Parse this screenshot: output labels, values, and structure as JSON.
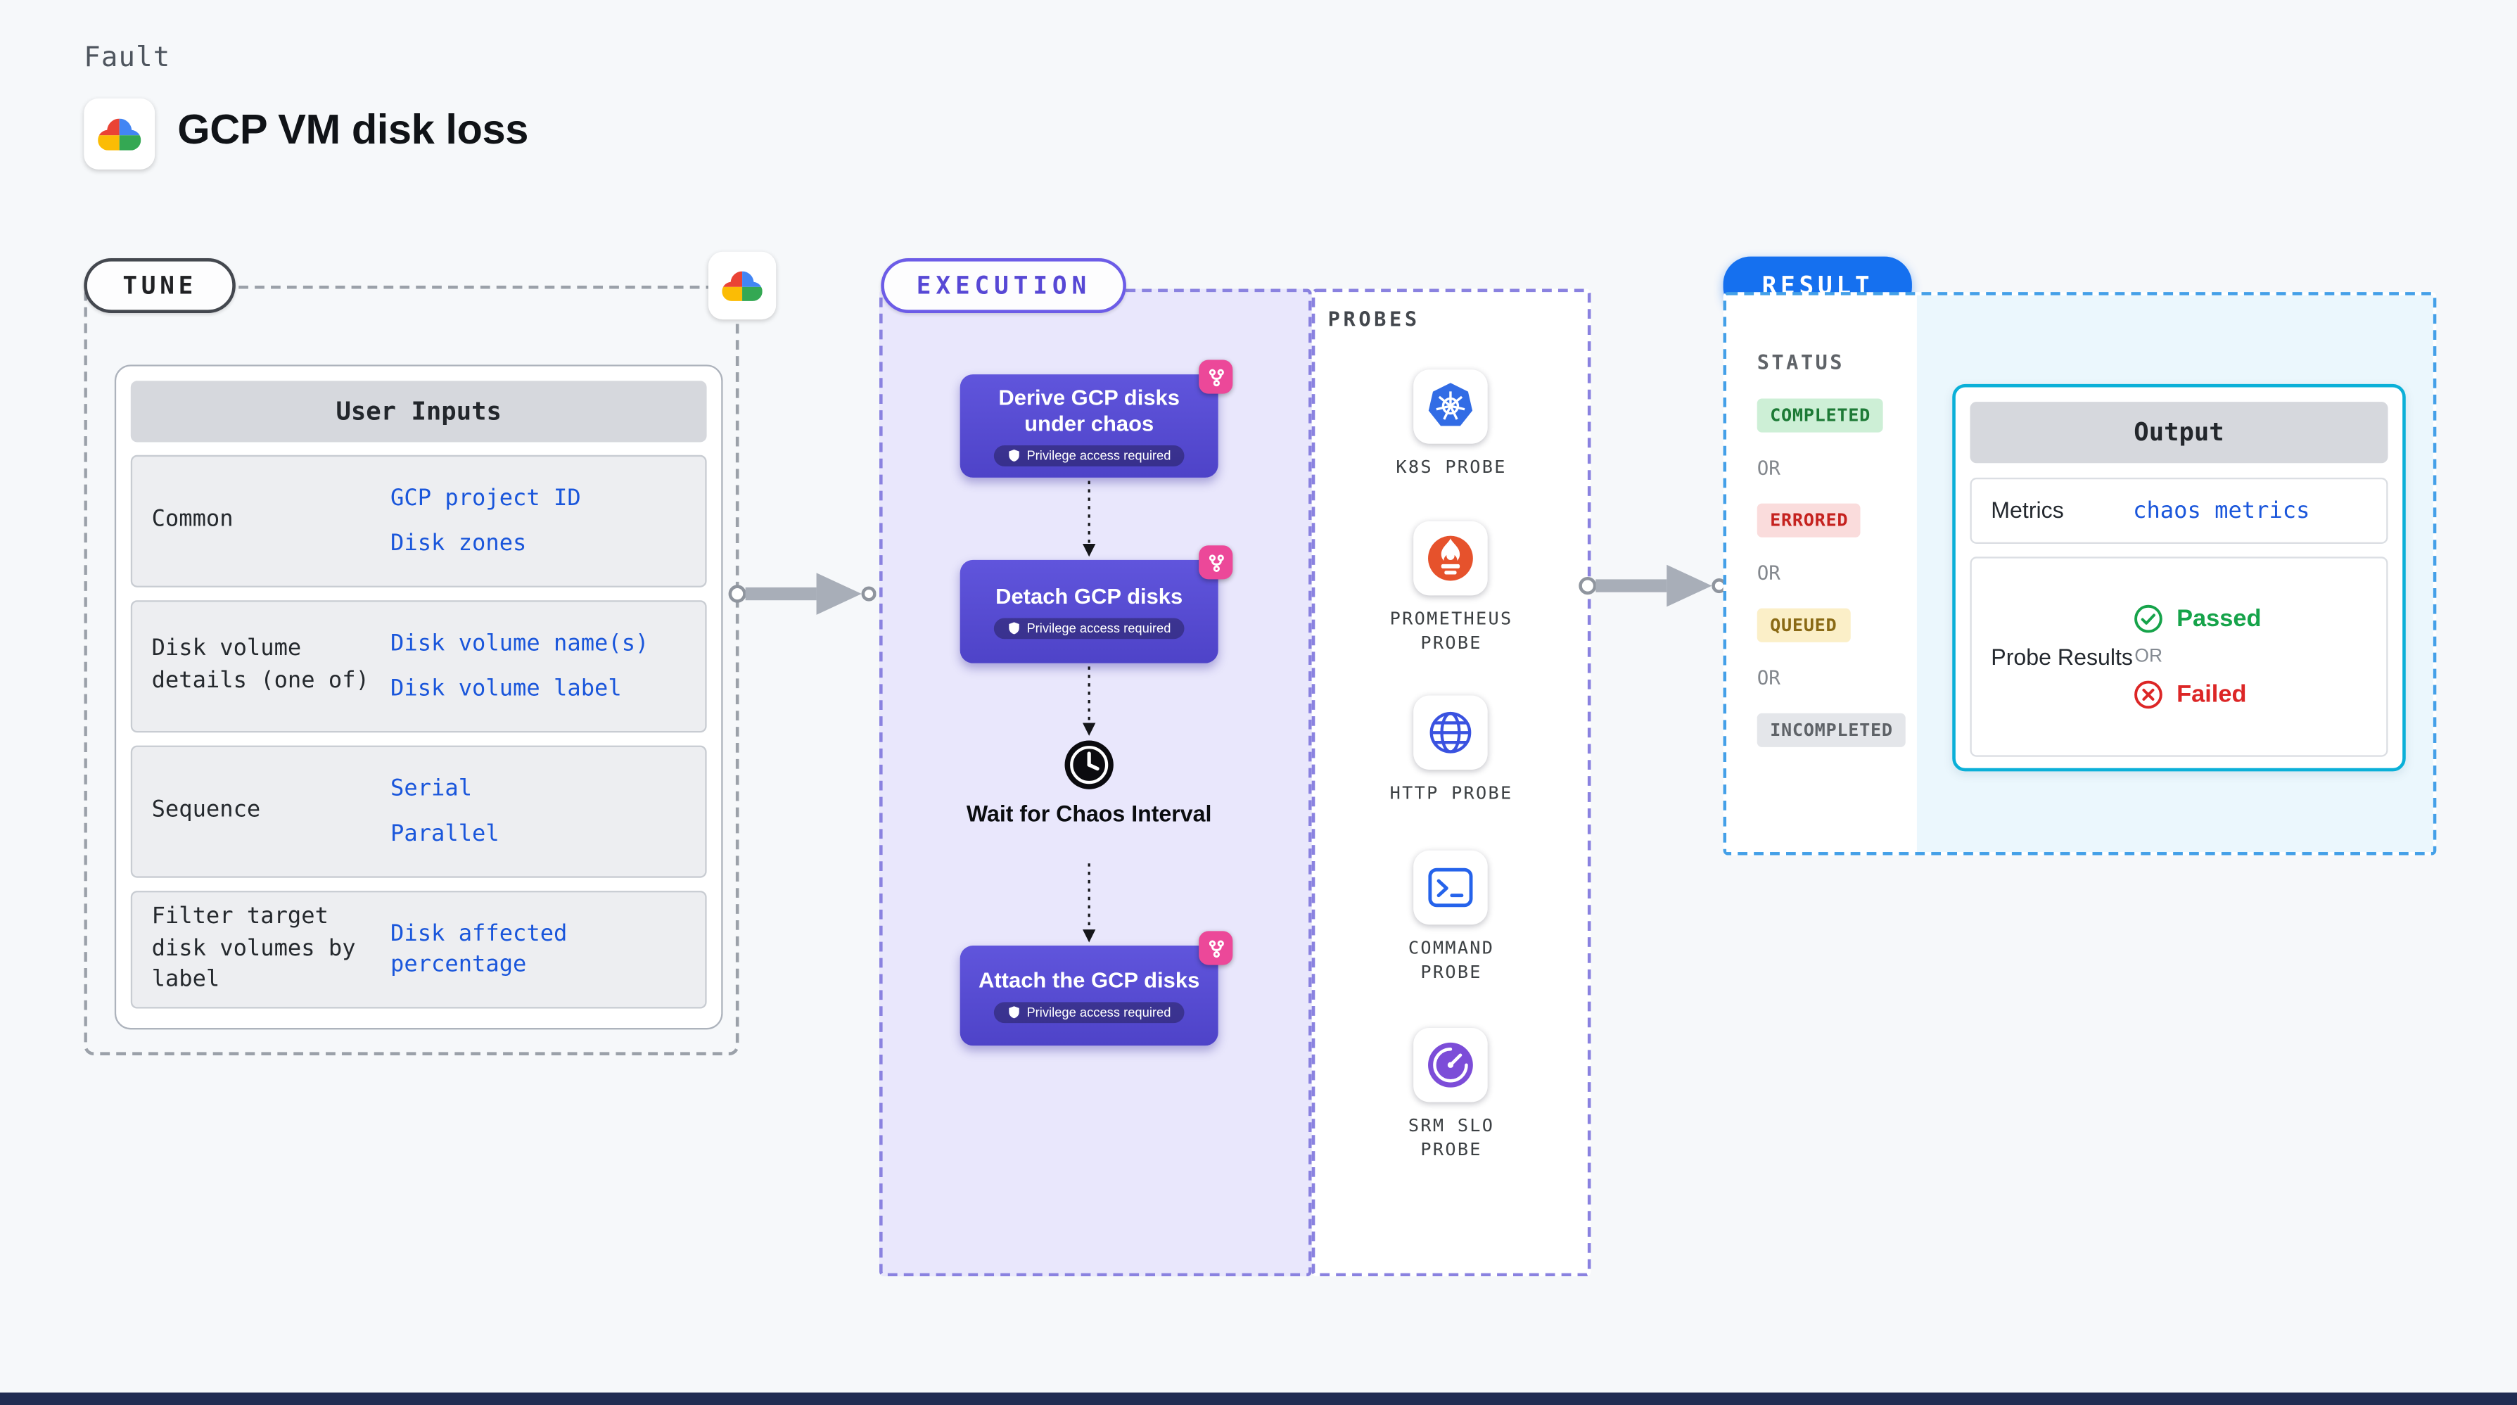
{
  "page": {
    "kicker": "Fault",
    "title": "GCP VM disk loss"
  },
  "tune": {
    "label": "TUNE",
    "table": {
      "header": "User Inputs",
      "rows": [
        {
          "label": "Common",
          "values": [
            "GCP project ID",
            "Disk zones"
          ]
        },
        {
          "label": "Disk volume details (one of)",
          "values": [
            "Disk volume name(s)",
            "Disk volume label"
          ]
        },
        {
          "label": "Sequence",
          "values": [
            "Serial",
            "Parallel"
          ]
        },
        {
          "label": "Filter target disk volumes by label",
          "values": [
            "Disk affected percentage"
          ]
        }
      ]
    }
  },
  "execution": {
    "label": "EXECUTION",
    "steps": [
      {
        "title": "Derive GCP disks under chaos",
        "badge": "Privilege access required"
      },
      {
        "title": "Detach GCP disks",
        "badge": "Privilege access required"
      },
      {
        "title": "Attach the GCP disks",
        "badge": "Privilege access required"
      }
    ],
    "wait_step": "Wait for Chaos Interval"
  },
  "probes": {
    "label": "PROBES",
    "items": [
      {
        "name": "K8S PROBE",
        "icon": "kubernetes-icon"
      },
      {
        "name": "PROMETHEUS PROBE",
        "icon": "prometheus-icon"
      },
      {
        "name": "HTTP PROBE",
        "icon": "globe-icon"
      },
      {
        "name": "COMMAND PROBE",
        "icon": "terminal-icon"
      },
      {
        "name": "SRM SLO PROBE",
        "icon": "gauge-icon"
      }
    ]
  },
  "result": {
    "label": "RESULT",
    "status": {
      "heading": "STATUS",
      "separator": "OR",
      "badges": [
        {
          "text": "COMPLETED",
          "bg": "#CDEFD6",
          "fg": "#1D7A36"
        },
        {
          "text": "ERRORED",
          "bg": "#FADCDC",
          "fg": "#C5221F"
        },
        {
          "text": "QUEUED",
          "bg": "#FBEFC8",
          "fg": "#8A6A15"
        },
        {
          "text": "INCOMPLETED",
          "bg": "#E4E6EA",
          "fg": "#5F6368"
        }
      ]
    },
    "output": {
      "header": "Output",
      "metrics_label": "Metrics",
      "metrics_value": "chaos metrics",
      "probe_results_label": "Probe Results",
      "passed": "Passed",
      "separator": "OR",
      "failed": "Failed"
    }
  },
  "colors": {
    "accent_purple": "#574BD2",
    "accent_blue": "#1570EF",
    "accent_cyan": "#0BB0D8",
    "link_blue": "#1A56DB",
    "passed_green": "#16A34A",
    "failed_red": "#DC2626"
  }
}
